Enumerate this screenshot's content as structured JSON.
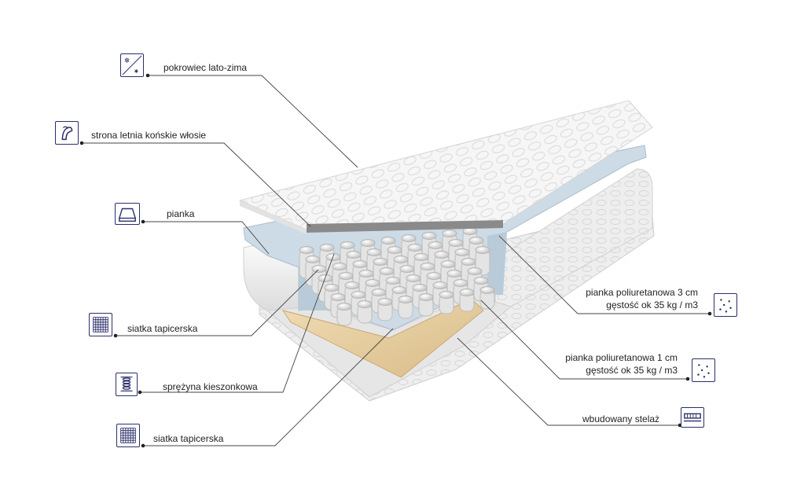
{
  "labels": {
    "pokrowiec": "pokrowiec lato-zima",
    "strona_letnia": "strona letnia końskie włosie",
    "pianka": "pianka",
    "siatka_1": "siatka tapicerska",
    "sprezyna": "sprężyna kieszonkowa",
    "siatka_2": "siatka tapicerska",
    "pianka_3cm_line1": "pianka poliuretanowa 3 cm",
    "pianka_3cm_line2": "gęstość ok 35 kg / m3",
    "pianka_1cm_line1": "pianka poliuretanowa 1 cm",
    "pianka_1cm_line2": "gęstość ok 35 kg / m3",
    "stelaz": "wbudowany stelaż"
  },
  "icons": {
    "pokrowiec": "season-cover-icon",
    "strona_letnia": "horse-hair-icon",
    "pianka": "foam-tray-icon",
    "siatka": "mesh-grid-icon",
    "sprezyna": "pocket-spring-icon",
    "pianka_pu": "foam-density-icon",
    "stelaz": "frame-icon"
  },
  "colors": {
    "icon_stroke": "#2b2f6b",
    "leader_line": "#444444",
    "foam_blue": "#c9d8e4",
    "wood_frame": "#e8d2a8",
    "cover_white": "#f4f4f4"
  }
}
